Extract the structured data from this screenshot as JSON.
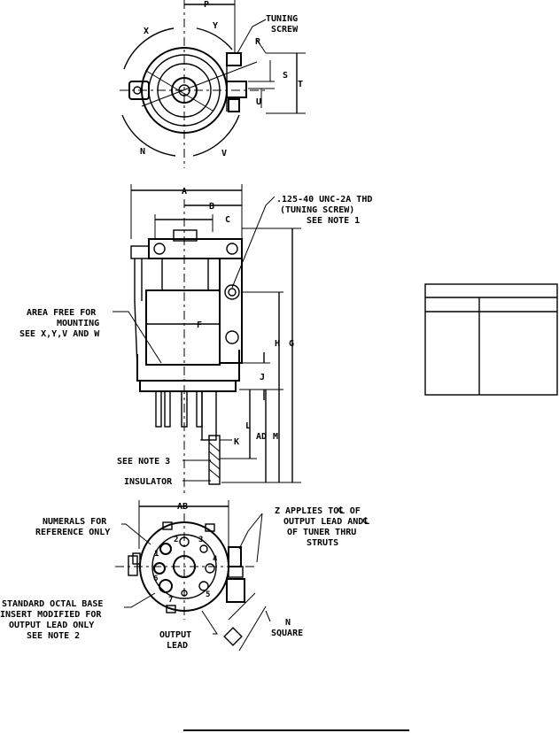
{
  "top_view": {
    "p": "P",
    "x": "X",
    "y": "Y",
    "r": "R",
    "s": "S",
    "t": "T",
    "u": "U",
    "n_arc": "N",
    "v_arc": "V",
    "tuning_screw": [
      "TUNING",
      "SCREW"
    ]
  },
  "side_view": {
    "a": "A",
    "b": "B",
    "c": "C",
    "f": "F",
    "g": "G",
    "h": "H",
    "j": "J",
    "k": "K",
    "l": "L",
    "ad": "AD",
    "m": "M",
    "thread_note": [
      ".125-40 UNC-2A THD",
      "(TUNING SCREW)",
      "SEE NOTE 1"
    ],
    "mount_note": [
      "AREA FREE FOR",
      "MOUNTING",
      "SEE X,Y,V AND W"
    ],
    "see_note_3": "SEE NOTE 3",
    "insulator": "INSULATOR"
  },
  "bottom_view": {
    "ab": "AB",
    "numerals_note": [
      "NUMERALS FOR",
      "REFERENCE ONLY"
    ],
    "z_note": [
      "Z APPLIES TO℄ OF",
      "OUTPUT LEAD AND℄",
      "OF TUNER THRU",
      "STRUTS"
    ],
    "base_note": [
      "STANDARD OCTAL BASE",
      "INSERT MODIFIED FOR",
      "OUTPUT LEAD ONLY",
      "SEE NOTE 2"
    ],
    "output_lead": [
      "OUTPUT",
      "LEAD"
    ],
    "n_square": [
      "N",
      "SQUARE"
    ],
    "pins": [
      "1",
      "2",
      "3",
      "4",
      "5",
      "6",
      "7"
    ]
  }
}
